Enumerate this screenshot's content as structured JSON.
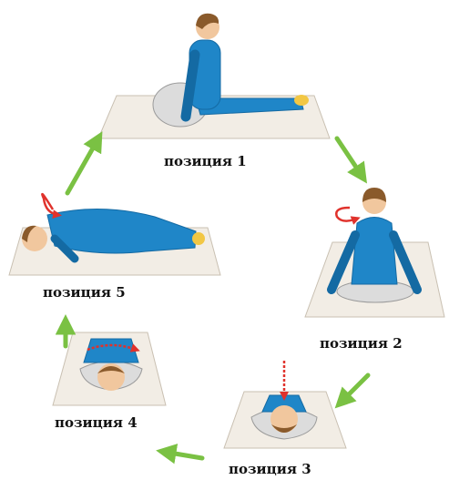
{
  "captions": {
    "pos1": "позиция 1",
    "pos2": "позиция 2",
    "pos3": "позиция 3",
    "pos4": "позиция 4",
    "pos5": "позиция 5"
  },
  "colors": {
    "suit": "#1f86c8",
    "suit_dark": "#146aa3",
    "skin": "#f1c79e",
    "hair": "#8a5a2b",
    "mat": "#f2ede5",
    "mat_edge": "#c9c0b2",
    "pillow": "#dcdcdc",
    "arrow": "#7ac143",
    "rotation_arrow": "#e0322c",
    "sock": "#f2c744"
  },
  "icons": [
    "green-arrow-icon",
    "red-rotation-arrow-icon"
  ]
}
